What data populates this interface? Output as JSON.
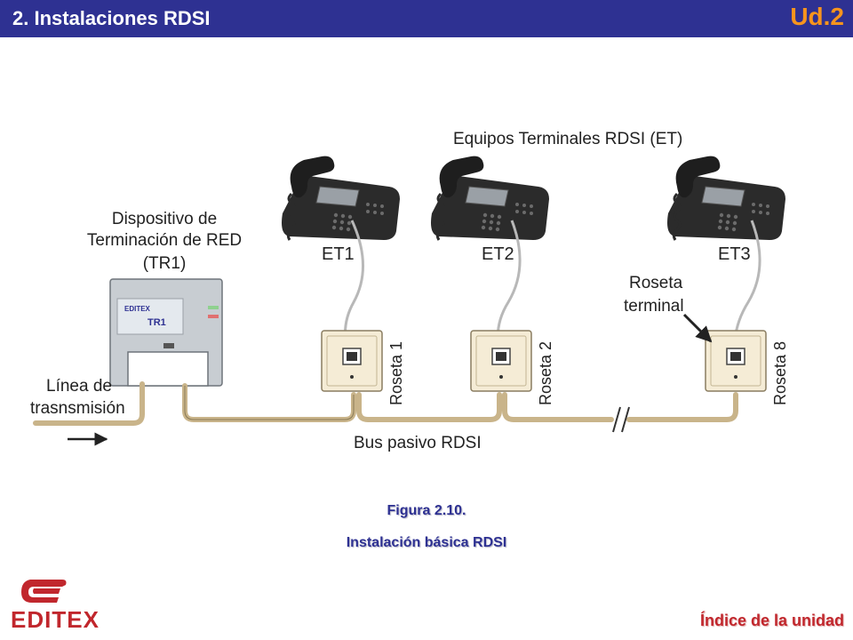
{
  "header": {
    "title": "2.  Instalaciones RDSI",
    "unit": "Ud.2"
  },
  "diagram": {
    "terminals_title": "Equipos Terminales RDSI (ET)",
    "tr1_label_line1": "Dispositivo de",
    "tr1_label_line2": "Terminación de RED",
    "tr1_label_line3": "(TR1)",
    "tr1_box_brand": "EDITEX",
    "tr1_box_model": "TR1",
    "line_label_line1": "Línea de",
    "line_label_line2": "trasnsmisión",
    "et1": "ET1",
    "et2": "ET2",
    "et3": "ET3",
    "roseta1": "Roseta 1",
    "roseta2": "Roseta 2",
    "roseta8": "Roseta 8",
    "roseta_terminal_line1": "Roseta",
    "roseta_terminal_line2": "terminal",
    "bus_label": "Bus pasivo RDSI"
  },
  "caption": {
    "figure": "Figura 2.10.",
    "text": "Instalación básica RDSI"
  },
  "footer": {
    "logo_text": "EDITEX",
    "index_link": "Índice de la unidad"
  },
  "colors": {
    "header_bg": "#2e3192",
    "unit_accent": "#f7941d",
    "brand_red": "#c1272d",
    "cable": "#c9b48a"
  }
}
